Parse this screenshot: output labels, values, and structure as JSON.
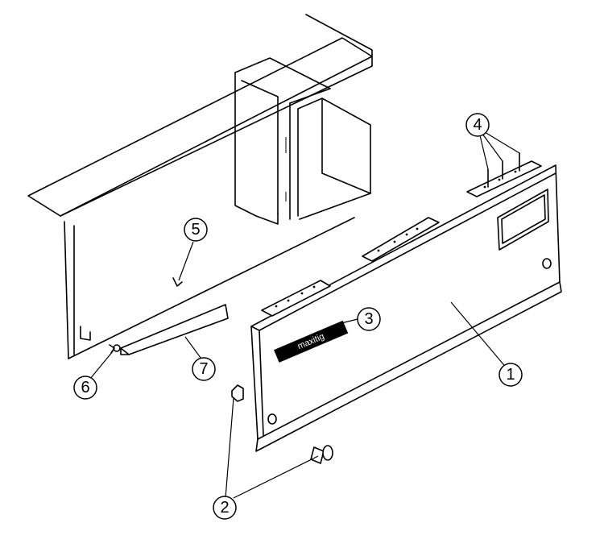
{
  "callouts": [
    {
      "id": "1",
      "label": "1"
    },
    {
      "id": "2",
      "label": "2"
    },
    {
      "id": "3",
      "label": "3"
    },
    {
      "id": "4",
      "label": "4"
    },
    {
      "id": "5",
      "label": "5"
    },
    {
      "id": "6",
      "label": "6"
    },
    {
      "id": "7",
      "label": "7"
    }
  ],
  "logo_text": "maxitig"
}
